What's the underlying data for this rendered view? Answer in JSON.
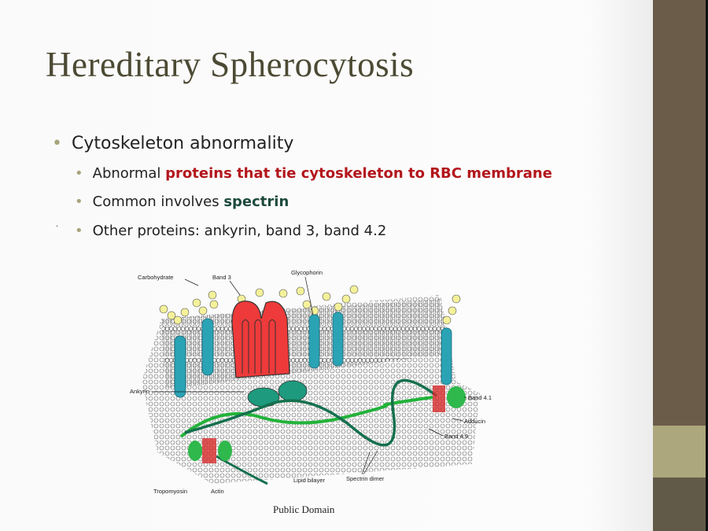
{
  "slide": {
    "title": "Hereditary Spherocytosis",
    "bullets": [
      {
        "text": "Cytoskeleton abnormality"
      },
      {
        "prefix": "Abnormal ",
        "highlight": "proteins that tie cytoskeleton to RBC membrane"
      },
      {
        "prefix": "Common involves ",
        "highlight": "spectrin"
      },
      {
        "text": "Other proteins: ankyrin, band 3, band 4.2"
      }
    ],
    "stray_mark": "·",
    "credit": "Public Domain"
  },
  "diagram": {
    "labels": {
      "carbohydrate": "Carbohydrate",
      "band3": "Band 3",
      "glycophorin": "Glycophorin",
      "ankyrin": "Ankyrin",
      "band41": "Band 4.1",
      "adducin": "Adducin",
      "band49": "Band 4.9",
      "tropomyosin": "Tropomyosin",
      "actin": "Actin",
      "lipid_bilayer": "Lipid bilayer",
      "spectrin_dimer": "Spectrin dimer"
    }
  },
  "colors": {
    "accent_red": "#b3161c",
    "accent_green": "#1d4a3d",
    "sidebar": "#6b5c49",
    "sidebar_band": "#aca77c",
    "title": "#4c4a33"
  }
}
